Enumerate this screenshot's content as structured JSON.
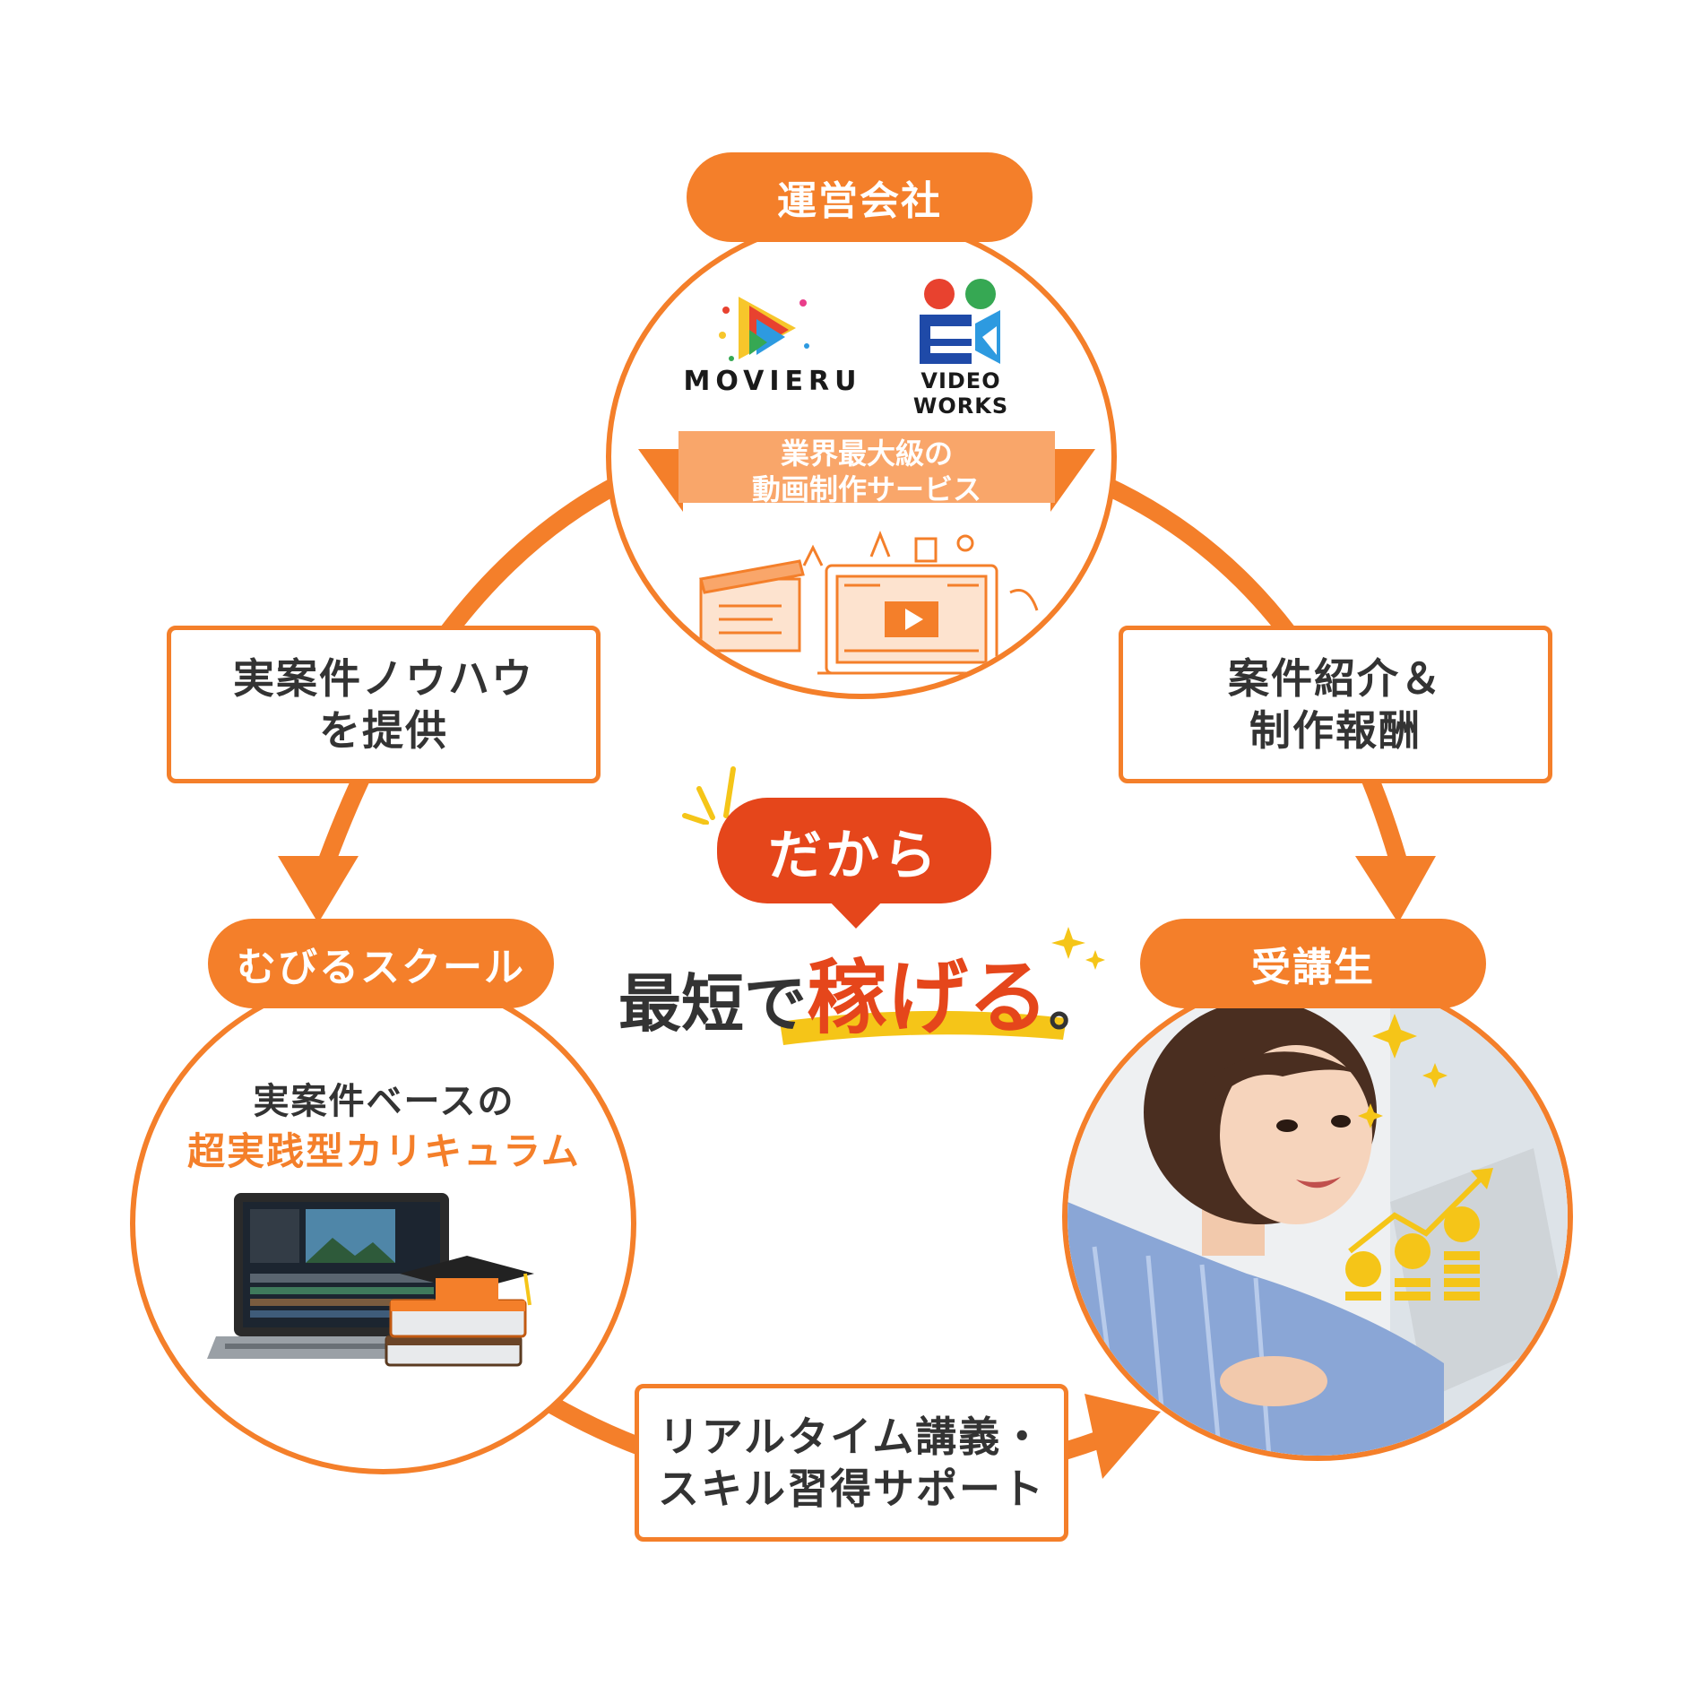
{
  "nodes": {
    "company": {
      "title": "運営会社",
      "logo_movieru": "MOVIERU",
      "logo_videoworks": "VIDEO WORKS",
      "ribbon_line1": "業界最大級の",
      "ribbon_line2": "動画制作サービス"
    },
    "school": {
      "title": "むびるスクール",
      "line1": "実案件ベースの",
      "line2": "超実践型カリキュラム"
    },
    "student": {
      "title": "受講生"
    }
  },
  "edges": {
    "company_to_school": {
      "line1": "実案件ノウハウ",
      "line2": "を提供"
    },
    "company_to_student": {
      "line1": "案件紹介＆",
      "line2": "制作報酬"
    },
    "school_to_student": {
      "line1": "リアルタイム講義・",
      "line2": "スキル習得サポート"
    }
  },
  "center": {
    "bubble": "だから",
    "headline_pre": "最短で",
    "headline_emph": "稼げる",
    "headline_post": "。"
  },
  "colors": {
    "accent": "#f47f2a",
    "accent_light": "#f9a66a",
    "bubble_red": "#e5461b",
    "highlight_yellow": "#f5c518",
    "text_dark": "#333333"
  }
}
